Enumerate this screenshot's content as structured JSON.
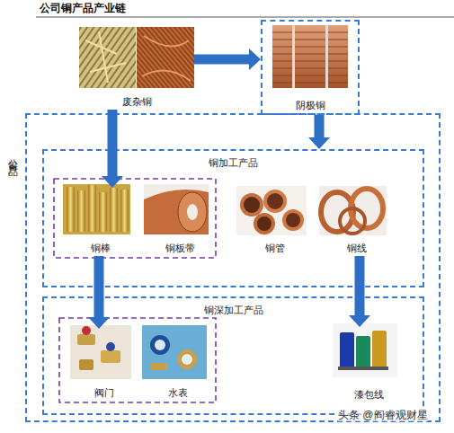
{
  "diagram": {
    "title": "公司铜产品产业链",
    "nodes": [
      {
        "text": [
          "废杂铜"
        ]
      },
      {
        "text": [
          "阴极铜"
        ]
      },
      {
        "text": [
          "公司产品"
        ]
      },
      {
        "text": [
          "铜加工产品"
        ],
        "in": 2
      },
      {
        "text": [
          "铜棒"
        ],
        "in": 3
      },
      {
        "text": [
          "铜板带"
        ],
        "in": 3
      },
      {
        "text": [
          "铜管"
        ],
        "in": 3
      },
      {
        "text": [
          "铜线"
        ],
        "in": 3
      },
      {
        "text": [
          "铜深加工产品"
        ],
        "in": 2
      },
      {
        "text": [
          "阀门"
        ],
        "in": 8
      },
      {
        "text": [
          "水表"
        ],
        "in": 8
      },
      {
        "text": [
          "漆包线"
        ],
        "in": 8
      }
    ],
    "edges": [
      {
        "from": 0,
        "to": 1,
        "arrow": "to"
      },
      {
        "from": 0,
        "to": 4,
        "arrow": "to"
      },
      {
        "from": 1,
        "to": 3,
        "arrow": "to"
      },
      {
        "from": 4,
        "to": 9,
        "arrow": "to"
      },
      {
        "from": 7,
        "to": 11,
        "arrow": "to"
      }
    ],
    "labels": [
      "头条 @阎睿观财星"
    ]
  }
}
